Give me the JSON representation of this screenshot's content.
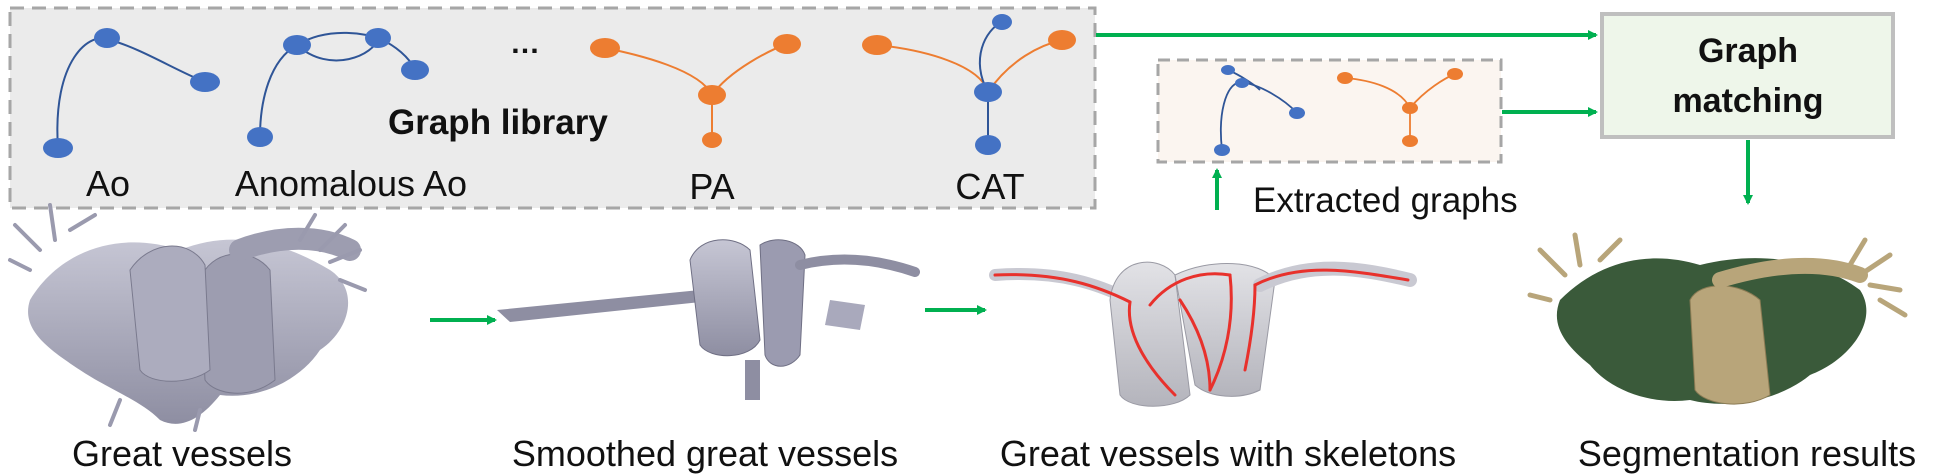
{
  "graph_library": {
    "title": "Graph library",
    "ellipsis": "…",
    "items": [
      {
        "label": "Ao"
      },
      {
        "label": "Anomalous Ao"
      },
      {
        "label": "PA"
      },
      {
        "label": "CAT"
      }
    ]
  },
  "extracted_graphs": {
    "label": "Extracted graphs"
  },
  "graph_matching": {
    "line1": "Graph",
    "line2": "matching"
  },
  "pipeline": [
    {
      "label": "Great vessels"
    },
    {
      "label": "Smoothed great vessels"
    },
    {
      "label": "Great vessels with skeletons"
    },
    {
      "label": "Segmentation results"
    }
  ],
  "colors": {
    "aorta": "#4472c4",
    "pulmonary": "#ed7d31",
    "arrow": "#00b050",
    "skeleton": "#e8312c",
    "vessel_gray": "#a6a6b8",
    "segmentation_green": "#3a5a3a",
    "segmentation_tan": "#b8a57a",
    "library_bg": "#ebebeb",
    "extracted_bg": "#fbf5f0",
    "matching_bg": "#eef6ea"
  }
}
